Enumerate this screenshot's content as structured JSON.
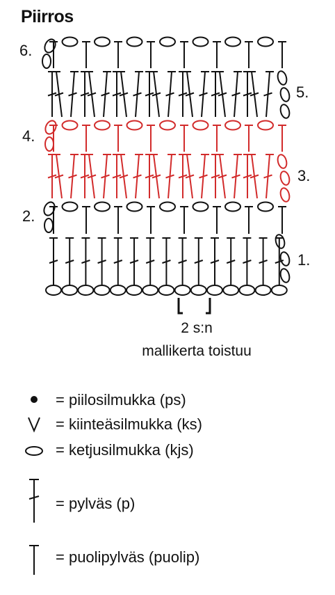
{
  "title": "Piirros",
  "row_labels": [
    "1.",
    "2.",
    "3.",
    "4.",
    "5.",
    "6."
  ],
  "repeat": {
    "count": "2 s:n",
    "text": "mallikerta toistuu"
  },
  "colors": {
    "black": "#111111",
    "red": "#d22b2b"
  },
  "rows": [
    {
      "label": "1.",
      "stitch": "pylväs (p)",
      "color": "black"
    },
    {
      "label": "2.",
      "stitch": "puolipylväs (puolip) + ketjusilmukka (kjs)",
      "color": "black"
    },
    {
      "label": "3.",
      "stitch": "pylväs (p)",
      "color": "red"
    },
    {
      "label": "4.",
      "stitch": "puolipylväs (puolip) + ketjusilmukka (kjs)",
      "color": "red"
    },
    {
      "label": "5.",
      "stitch": "pylväs (p)",
      "color": "black"
    },
    {
      "label": "6.",
      "stitch": "puolipylväs (puolip) + ketjusilmukka (kjs)",
      "color": "black"
    }
  ],
  "legend": [
    {
      "symbol": "dot-icon",
      "text": "= piilosilmukka (ps)"
    },
    {
      "symbol": "v-icon",
      "text": "= kiinteäsilmukka (ks)"
    },
    {
      "symbol": "oval-icon",
      "text": "= ketjusilmukka (kjs)"
    },
    {
      "symbol": "double-crochet-icon",
      "text": "= pylväs (p)"
    },
    {
      "symbol": "half-double-crochet-icon",
      "text": "= puolipylväs (puolip)"
    }
  ]
}
